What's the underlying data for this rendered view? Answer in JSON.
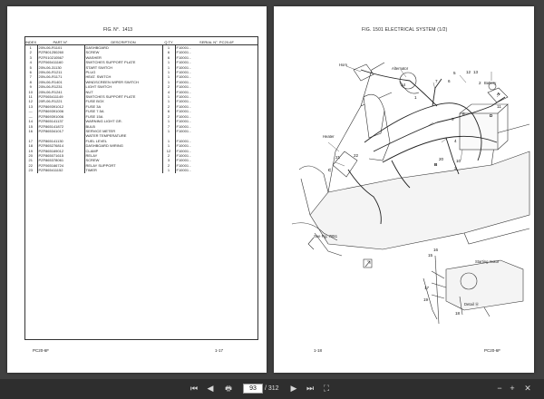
{
  "left_page": {
    "fig_label": "FIG. N°.",
    "fig_number": "1413",
    "headers": {
      "index": "INDEX N°",
      "part": "PART N°.",
      "description": "DESCRIPTION",
      "qty": "Q.TY",
      "serial": "SERIAL N°. PC20-6F"
    },
    "rows": [
      {
        "index": "1",
        "part": "20N-06-R1101",
        "description": "DASHBOARD",
        "qty": "1",
        "serial": "F10001 -"
      },
      {
        "index": "2",
        "part": "PZF801250260",
        "description": "SCREW",
        "qty": "6",
        "serial": "F10001 -"
      },
      {
        "index": "3",
        "part": "PZF010210567",
        "description": "WASHER",
        "qty": "6",
        "serial": "F10001 -"
      },
      {
        "index": "4",
        "part": "PZF065411160",
        "description": "SWITCHES SUPPORT PLATE",
        "qty": "1",
        "serial": "F10001 -"
      },
      {
        "index": "5",
        "part": "20N-06-31130",
        "description": "START SWITCH",
        "qty": "1",
        "serial": "F10001 -"
      },
      {
        "index": "6",
        "part": "20N-06-R1211",
        "description": "PLUG",
        "qty": "1",
        "serial": "F10001 -"
      },
      {
        "index": "7",
        "part": "20N-06-R1171",
        "description": "HEAT. SWITCH",
        "qty": "1",
        "serial": "F10001 -"
      },
      {
        "index": "8",
        "part": "20N-06-R1401",
        "description": "WINDSCREEN WIPER SWITCH",
        "qty": "1",
        "serial": "F10001 -"
      },
      {
        "index": "9",
        "part": "20N-06-R1231",
        "description": "LIGHT SWITCH",
        "qty": "2",
        "serial": "F10001 -"
      },
      {
        "index": "10",
        "part": "20N-06-R1241",
        "description": "NUT",
        "qty": "4",
        "serial": "F10001 -"
      },
      {
        "index": "11",
        "part": "PZF065411149",
        "description": "SWITCHES SUPPORT PLATE",
        "qty": "1",
        "serial": "F10001 -"
      },
      {
        "index": "12",
        "part": "20R-06-R1221",
        "description": "FUSE BOX",
        "qty": "1",
        "serial": "F10001 -"
      },
      {
        "index": "13",
        "part": "PZF869391012",
        "description": "FUSE 3A",
        "qty": "2",
        "serial": "F10001 -"
      },
      {
        "index": "—",
        "part": "PZF869391006",
        "description": "FUSE 7.5A",
        "qty": "6",
        "serial": "F10001 -"
      },
      {
        "index": "—",
        "part": "PZF869391006",
        "description": "FUSE 15A",
        "qty": "2",
        "serial": "F10001 -"
      },
      {
        "index": "14",
        "part": "PZF865141137",
        "description": "WARNING LIGHT GR.",
        "qty": "1",
        "serial": "F10001 -"
      },
      {
        "index": "15",
        "part": "PZF865141872",
        "description": "BULB",
        "qty": "7",
        "serial": "F10001 -"
      },
      {
        "index": "16",
        "part": "PZF865341017",
        "description": "SERVICE METER",
        "qty": "1",
        "serial": "F10001 -"
      },
      {
        "index": "",
        "part": "",
        "description": "WATER TEMPERATURE",
        "qty": "",
        "serial": ""
      },
      {
        "index": "17",
        "part": "PZF865141130",
        "description": "FUEL LEVEL",
        "qty": "1",
        "serial": "F10001 -"
      },
      {
        "index": "18",
        "part": "PZF865276814",
        "description": "DASHBOARD WIRING",
        "qty": "1",
        "serial": "F10001 -"
      },
      {
        "index": "19",
        "part": "PZF865169012",
        "description": "CLAMP",
        "qty": "12",
        "serial": "F10001 -"
      },
      {
        "index": "20",
        "part": "PZF865071615",
        "description": "RELAY",
        "qty": "2",
        "serial": "F10001 -"
      },
      {
        "index": "21",
        "part": "PZF865378061",
        "description": "SCREW",
        "qty": "3",
        "serial": "F10001 -"
      },
      {
        "index": "22",
        "part": "PZF065166724",
        "description": "RELAY SUPPORT",
        "qty": "2",
        "serial": "F10001 -"
      },
      {
        "index": "23",
        "part": "PZF865411152",
        "description": "TIMER",
        "qty": "1",
        "serial": "F10001 -"
      }
    ],
    "footer_left": "PC20-6F",
    "footer_right": "1-17"
  },
  "right_page": {
    "title": "FIG. 1501   ELECTRICAL SYSTEM (1/2)",
    "labels": {
      "horn": "Horn",
      "alternator": "Alternator",
      "battery": "Battery",
      "heater": "Heater",
      "see_fig": "See Fig. 7851",
      "starting_motor": "Starting motor",
      "detail": "Detail Ⓐ"
    },
    "callouts": [
      "1",
      "2",
      "3",
      "4",
      "5",
      "6",
      "7",
      "8",
      "9",
      "10",
      "11",
      "12",
      "13",
      "14",
      "15",
      "16",
      "17",
      "18",
      "19",
      "20",
      "21",
      "22",
      "A",
      "B",
      "C",
      "D"
    ],
    "footer_left": "1-18",
    "footer_right": "PC20-6F"
  },
  "toolbar": {
    "first_icon": "⏮",
    "prev_icon": "◀",
    "page_current": "93",
    "page_total": "/ 312",
    "next_icon": "▶",
    "last_icon": "⏭",
    "print_icon": "🖶",
    "fullscreen_icon": "⛶",
    "zoom_out_icon": "−",
    "zoom_in_icon": "+",
    "close_icon": "✕"
  }
}
